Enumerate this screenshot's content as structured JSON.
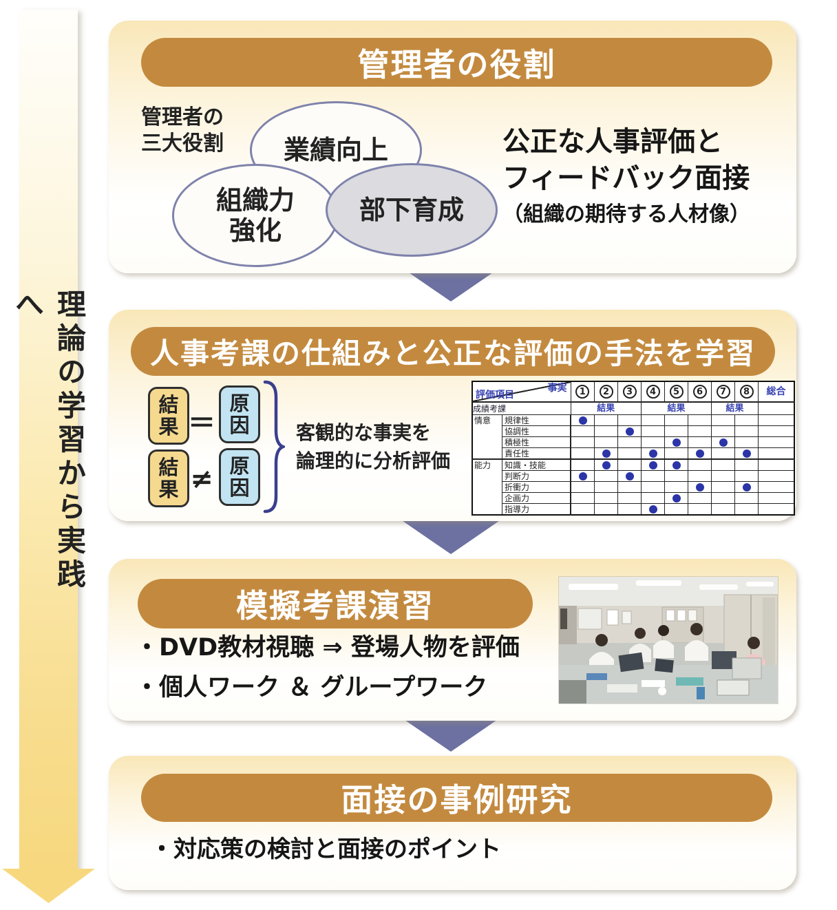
{
  "left_arrow": {
    "label": "理論の学習から実践へ"
  },
  "panel1": {
    "title": "管理者の役割",
    "venn_caption_line1": "管理者の",
    "venn_caption_line2": "三大役割",
    "venn": {
      "top": "業績向上",
      "left_line1": "組織力",
      "left_line2": "強化",
      "right": "部下育成"
    },
    "right_text": {
      "line1": "公正な人事評価と",
      "line2": "フィードバック面接",
      "line3": "（組織の期待する人材像）"
    }
  },
  "panel2": {
    "title": "人事考課の仕組みと公正な評価の手法を学習",
    "formula": {
      "result_char1": "結",
      "result_char2": "果",
      "cause_char1": "原",
      "cause_char2": "因",
      "equals": "＝",
      "not_equals": "≠"
    },
    "caption_line1": "客観的な事実を",
    "caption_line2": "論理的に分析評価",
    "table": {
      "corner_top": "事実",
      "corner_bottom": "評価項目",
      "columns": [
        "1",
        "2",
        "3",
        "4",
        "5",
        "6",
        "7",
        "8"
      ],
      "total_label": "総合",
      "row2_label": "成績考課",
      "result_label": "結果",
      "result_groups": [
        3,
        3,
        2
      ],
      "groups": [
        {
          "label": "情意",
          "items": [
            "規律性",
            "協調性",
            "積極性",
            "責任性"
          ]
        },
        {
          "label": "能力",
          "items": [
            "知識・技能",
            "判断力",
            "折衝力",
            "企画力",
            "指導力"
          ]
        }
      ],
      "dots": {
        "規律性": [
          1
        ],
        "協調性": [
          3
        ],
        "積極性": [
          5,
          7
        ],
        "責任性": [
          2,
          4,
          6,
          8
        ],
        "知識・技能": [
          2,
          4,
          5
        ],
        "判断力": [
          1,
          3
        ],
        "折衝力": [
          6,
          8
        ],
        "企画力": [
          5
        ],
        "指導力": [
          4
        ]
      }
    }
  },
  "panel3": {
    "title": "模擬考課演習",
    "bullets": [
      "・DVD教材視聴 ⇒ 登場人物を評価",
      "・個人ワーク ＆ グループワーク"
    ]
  },
  "panel4": {
    "title": "面接の事例研究",
    "bullet": "・対応策の検討と面接のポイント"
  },
  "colors": {
    "pill_brown": "#c38a3f",
    "panel_cream_top": "#f9e7b8",
    "connector_slate": "#6c71a1",
    "arrow_yellow": "#f7d87f",
    "venn_border": "#7e82ab",
    "venn_gray_fill": "#dbdbe0",
    "dot_blue": "#2b35a8",
    "table_blue_text": "#3742b0",
    "result_box_yellow": "#f5d98e",
    "cause_box_blue": "#c2e4f2"
  }
}
